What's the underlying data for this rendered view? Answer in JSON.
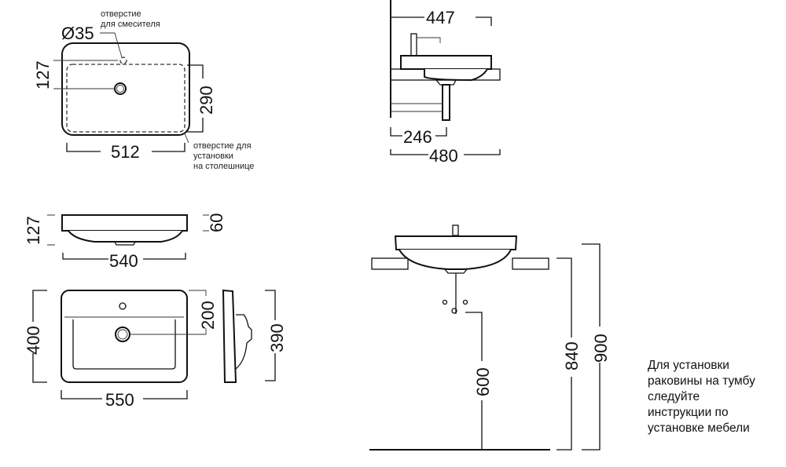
{
  "top_view": {
    "mixer_hole_note": [
      "отверстие",
      "для смесителя"
    ],
    "hole_diameter": "Ø35",
    "dim_127": "127",
    "dim_290": "290",
    "dim_512": "512",
    "cutout_note": [
      "отверстие для",
      "установки",
      "на столешнице"
    ]
  },
  "side_section": {
    "dim_447": "447",
    "dim_246": "246",
    "dim_480": "480"
  },
  "front_view": {
    "dim_127": "127",
    "dim_60": "60",
    "dim_540": "540"
  },
  "plan_view": {
    "dim_400": "400",
    "dim_200": "200",
    "dim_550": "550",
    "dim_390": "390"
  },
  "installation": {
    "dim_600": "600",
    "dim_840": "840",
    "dim_900": "900",
    "note": [
      "Для установки",
      "раковины на тумбу",
      "следуйте",
      "инструкции по",
      "установке мебели"
    ]
  }
}
